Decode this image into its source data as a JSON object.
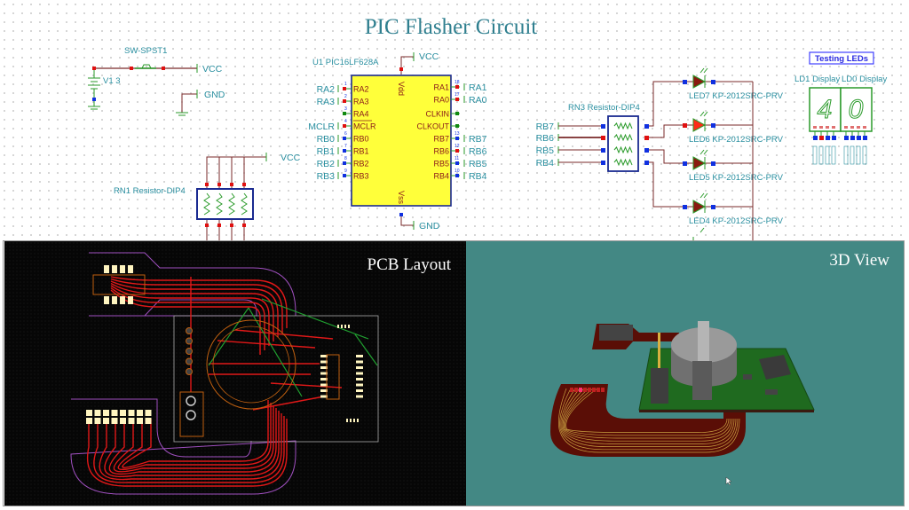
{
  "title": "PIC Flasher Circuit",
  "schematic": {
    "switch": {
      "label": "SW-SPST1",
      "net": "VCC"
    },
    "battery": {
      "label": "V1 3"
    },
    "gnd_net": "GND",
    "rn1": {
      "label": "RN1 Resistor-DIP4",
      "net": "VCC"
    },
    "u1": {
      "label": "U1 PIC16LF628A",
      "vdd": "Vdd",
      "vss": "Vss",
      "vcc_net": "VCC",
      "gnd_net": "GND",
      "left_pins": [
        {
          "num": "1",
          "pin": "RA2",
          "net": "RA2",
          "color": "#e01010"
        },
        {
          "num": "2",
          "pin": "RA3",
          "net": "RA3",
          "color": "#e01010"
        },
        {
          "num": "3",
          "pin": "RA4",
          "net": "",
          "color": "#108a10"
        },
        {
          "num": "4",
          "pin": "MCLR",
          "net": "MCLR",
          "color": "#e01010"
        },
        {
          "num": "6",
          "pin": "RB0",
          "net": "RB0",
          "color": "#1030e0"
        },
        {
          "num": "7",
          "pin": "RB1",
          "net": "RB1",
          "color": "#1030e0"
        },
        {
          "num": "8",
          "pin": "RB2",
          "net": "RB2",
          "color": "#1030e0"
        },
        {
          "num": "9",
          "pin": "RB3",
          "net": "RB3",
          "color": "#1030e0"
        }
      ],
      "right_pins": [
        {
          "num": "18",
          "pin": "RA1",
          "net": "RA1",
          "color": "#e01010"
        },
        {
          "num": "17",
          "pin": "RA0",
          "net": "RA0",
          "color": "#e01010"
        },
        {
          "num": "",
          "pin": "CLKIN",
          "net": "",
          "color": "#108a10"
        },
        {
          "num": "",
          "pin": "CLKOUT",
          "net": "",
          "color": "#108a10"
        },
        {
          "num": "13",
          "pin": "RB7",
          "net": "RB7",
          "color": "#1030e0"
        },
        {
          "num": "12",
          "pin": "RB6",
          "net": "RB6",
          "color": "#e01010"
        },
        {
          "num": "11",
          "pin": "RB5",
          "net": "RB5",
          "color": "#1030e0"
        },
        {
          "num": "10",
          "pin": "RB4",
          "net": "RB4",
          "color": "#1030e0"
        }
      ]
    },
    "rn3": {
      "label": "RN3 Resistor-DIP4",
      "inputs": [
        "RB7",
        "RB6",
        "RB5",
        "RB4"
      ]
    },
    "leds": [
      {
        "label": "LED7 KP-2012SRC-PRV",
        "lit": false
      },
      {
        "label": "LED6 KP-2012SRC-PRV",
        "lit": true
      },
      {
        "label": "LED5 KP-2012SRC-PRV",
        "lit": false
      },
      {
        "label": "LED4 KP-2012SRC-PRV",
        "lit": false
      }
    ],
    "testing_leds": "Testing LEDs",
    "displays": [
      {
        "label": "LD1 Display",
        "digit": "4"
      },
      {
        "label": "LD0 Display",
        "digit": "0"
      }
    ],
    "colors": {
      "wire": "#7a2a2a",
      "chip": "#ffff3a",
      "box": "#1a2a90",
      "led_off": "#8a1a10",
      "led_on": "#ff2a1a",
      "display": "#2a9a2a"
    }
  },
  "pcb_panel": {
    "title": "PCB Layout",
    "colors": {
      "bg": "#060606",
      "trace": "#e01818",
      "outline": "#a050c0",
      "bottom_trace": "#20a030"
    }
  },
  "view3d_panel": {
    "title": "3D View",
    "colors": {
      "bg": "#438884",
      "board": "#1f6a1f",
      "flex": "#5a0e06"
    }
  }
}
